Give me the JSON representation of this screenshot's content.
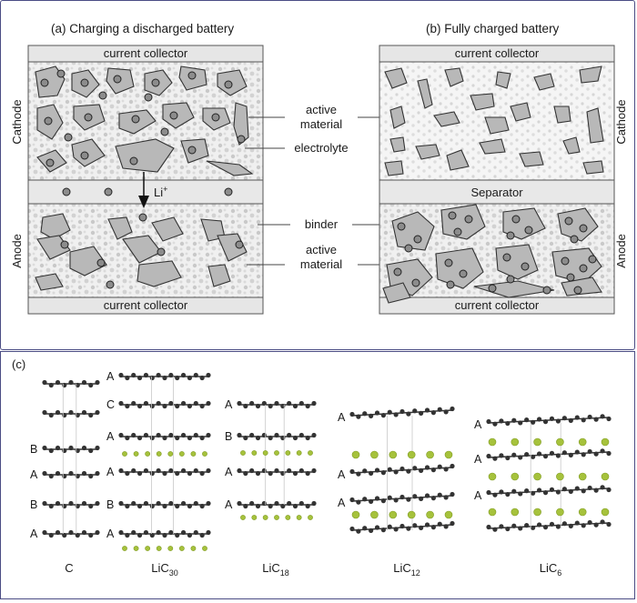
{
  "panel_a": {
    "title": "(a) Charging a discharged battery",
    "top_collector": "current collector",
    "bottom_collector": "current collector",
    "cathode_label": "Cathode",
    "anode_label": "Anode",
    "ion_label": "Li",
    "ion_charge": "+"
  },
  "panel_b": {
    "title": "(b) Fully charged battery",
    "top_collector": "current collector",
    "bottom_collector": "current collector",
    "separator_label": "Separator",
    "cathode_label": "Cathode",
    "anode_label": "Anode"
  },
  "middle_labels": {
    "active_material_top_1": "active",
    "active_material_top_2": "material",
    "electrolyte": "electrolyte",
    "binder": "binder",
    "active_material_bottom_1": "active",
    "active_material_bottom_2": "material"
  },
  "panel_c": {
    "label": "(c)",
    "structures": [
      {
        "name": "C",
        "sub": "",
        "layers": [
          "",
          "",
          "B",
          "A",
          "B",
          "A"
        ]
      },
      {
        "name": "LiC",
        "sub": "30",
        "layers": [
          "A",
          "C",
          "A",
          "A",
          "B",
          "A"
        ]
      },
      {
        "name": "LiC",
        "sub": "18",
        "layers": [
          "A",
          "B",
          "A",
          "A"
        ]
      },
      {
        "name": "LiC",
        "sub": "12",
        "layers": [
          "A",
          "A",
          "A"
        ]
      },
      {
        "name": "LiC",
        "sub": "6",
        "layers": [
          "A",
          "A",
          "A"
        ]
      }
    ]
  },
  "colors": {
    "frame": "#4a4c84",
    "collector_fill": "#e6e6e6",
    "particle_fill": "#b8b8b8",
    "lithium": "#a6c23c",
    "carbon": "#333333"
  }
}
